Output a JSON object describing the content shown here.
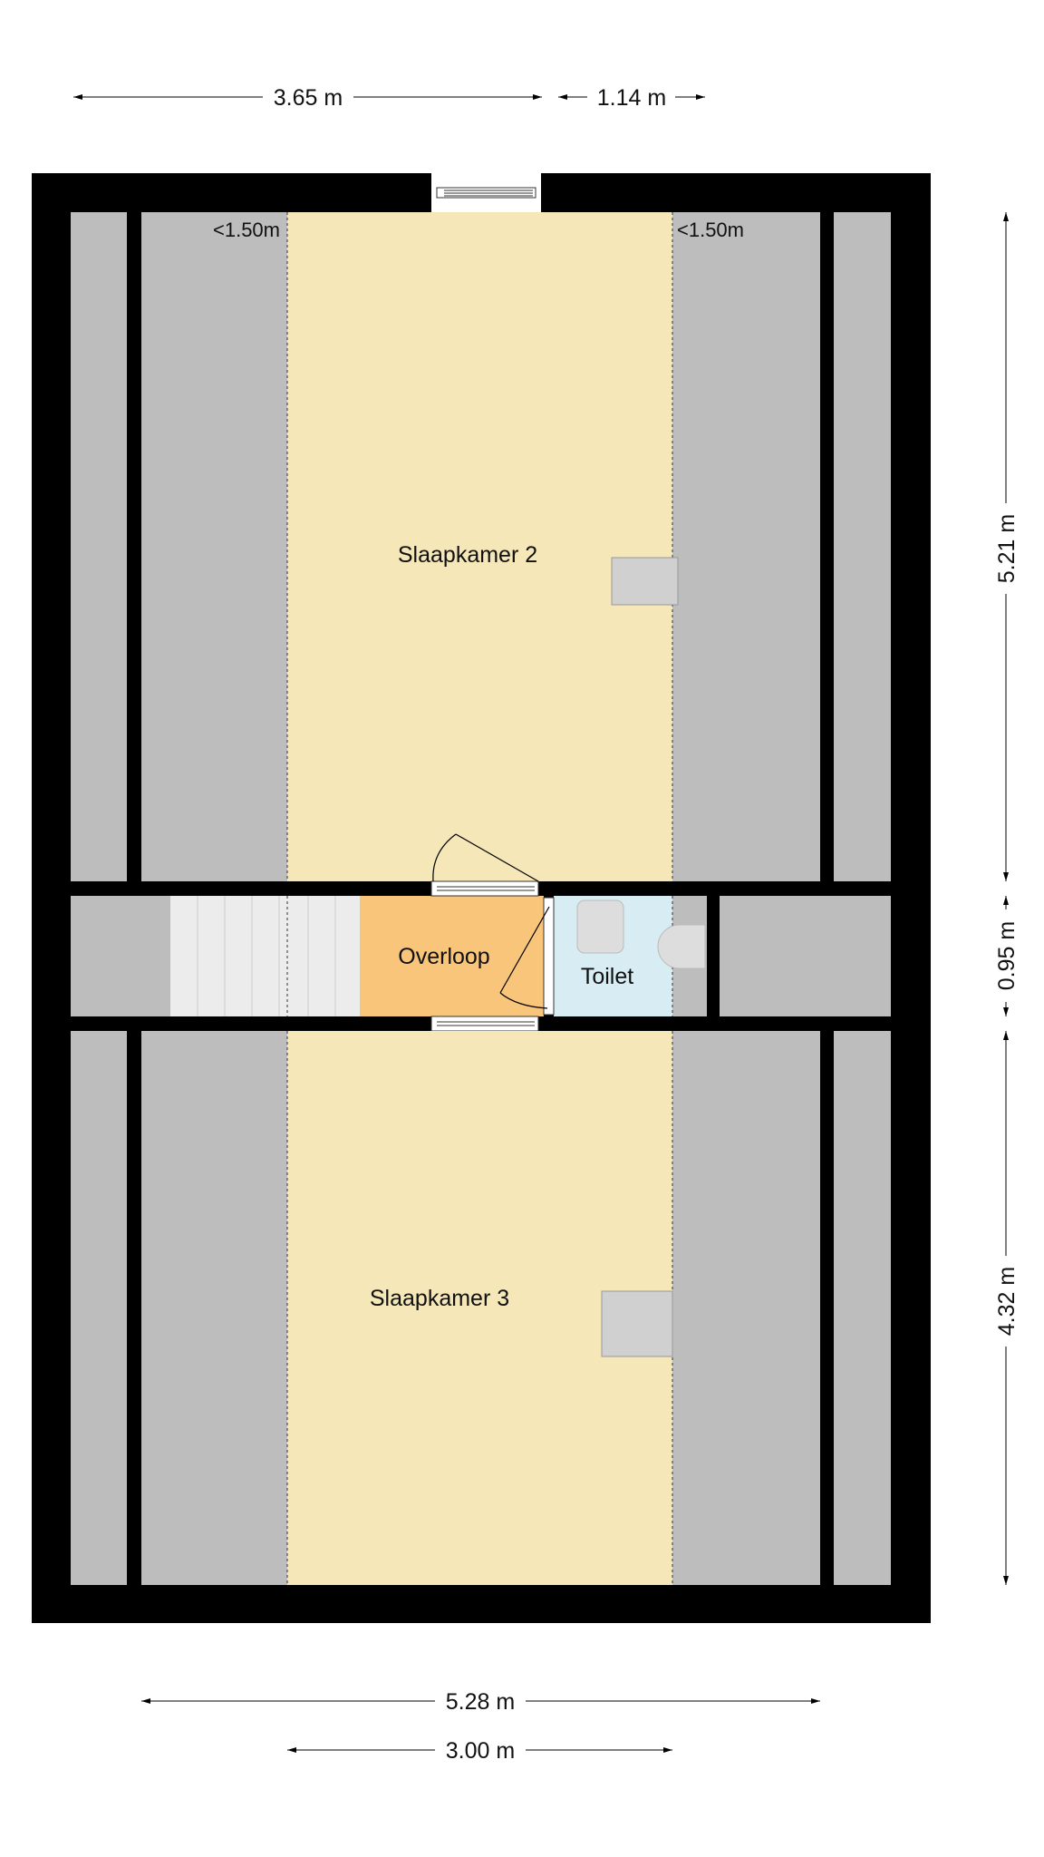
{
  "dimensions": {
    "top_left": "3.65 m",
    "top_right": "1.14 m",
    "right_top": "5.21 m",
    "right_middle": "0.95 m",
    "right_bottom": "4.32 m",
    "bottom_outer": "5.28 m",
    "bottom_inner": "3.00 m"
  },
  "rooms": {
    "bedroom2": "Slaapkamer 2",
    "bedroom3": "Slaapkamer 3",
    "landing": "Overloop",
    "toilet": "Toilet"
  },
  "height_notes": {
    "left": "<1.50m",
    "right": "<1.50m"
  },
  "colors": {
    "wall": "#000000",
    "low_ceiling": "#bdbdbd",
    "bedroom": "#f5e7b7",
    "landing": "#f8c57a",
    "toilet": "#d8ecf3",
    "stairs": "#ececec"
  }
}
